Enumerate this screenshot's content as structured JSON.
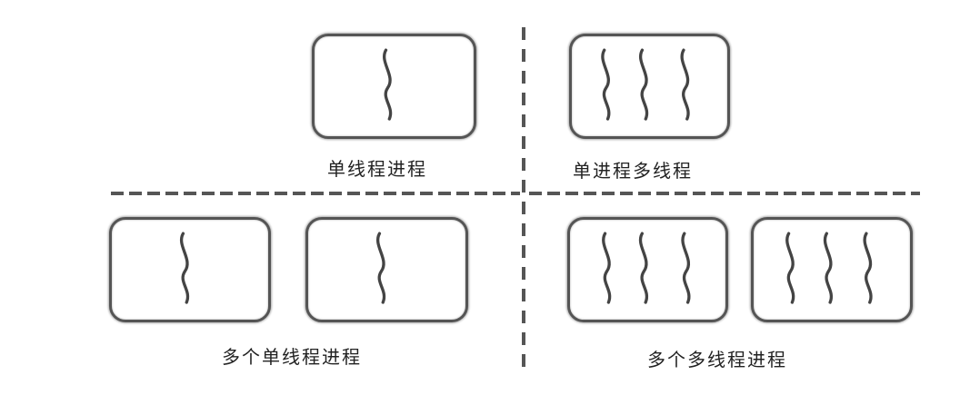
{
  "diagram": {
    "quadrants": [
      {
        "id": "top-left",
        "label": "单线程进程",
        "process_count": 1,
        "threads_per_process": 1
      },
      {
        "id": "top-right",
        "label": "单进程多线程",
        "process_count": 1,
        "threads_per_process": 3
      },
      {
        "id": "bottom-left",
        "label": "多个单线程进程",
        "process_count": 2,
        "threads_per_process": 1
      },
      {
        "id": "bottom-right",
        "label": "多个多线程进程",
        "process_count": 2,
        "threads_per_process": 3
      }
    ],
    "colors": {
      "stroke": "#555555",
      "background": "#ffffff",
      "text": "#222222"
    }
  }
}
